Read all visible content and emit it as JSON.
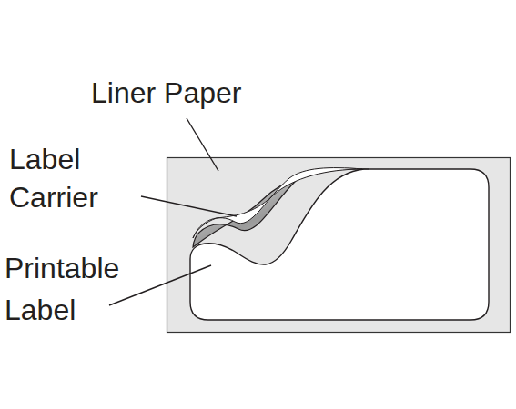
{
  "diagram": {
    "labels": [
      "Liner Paper",
      "Label Carrier",
      "Printable Label"
    ]
  }
}
